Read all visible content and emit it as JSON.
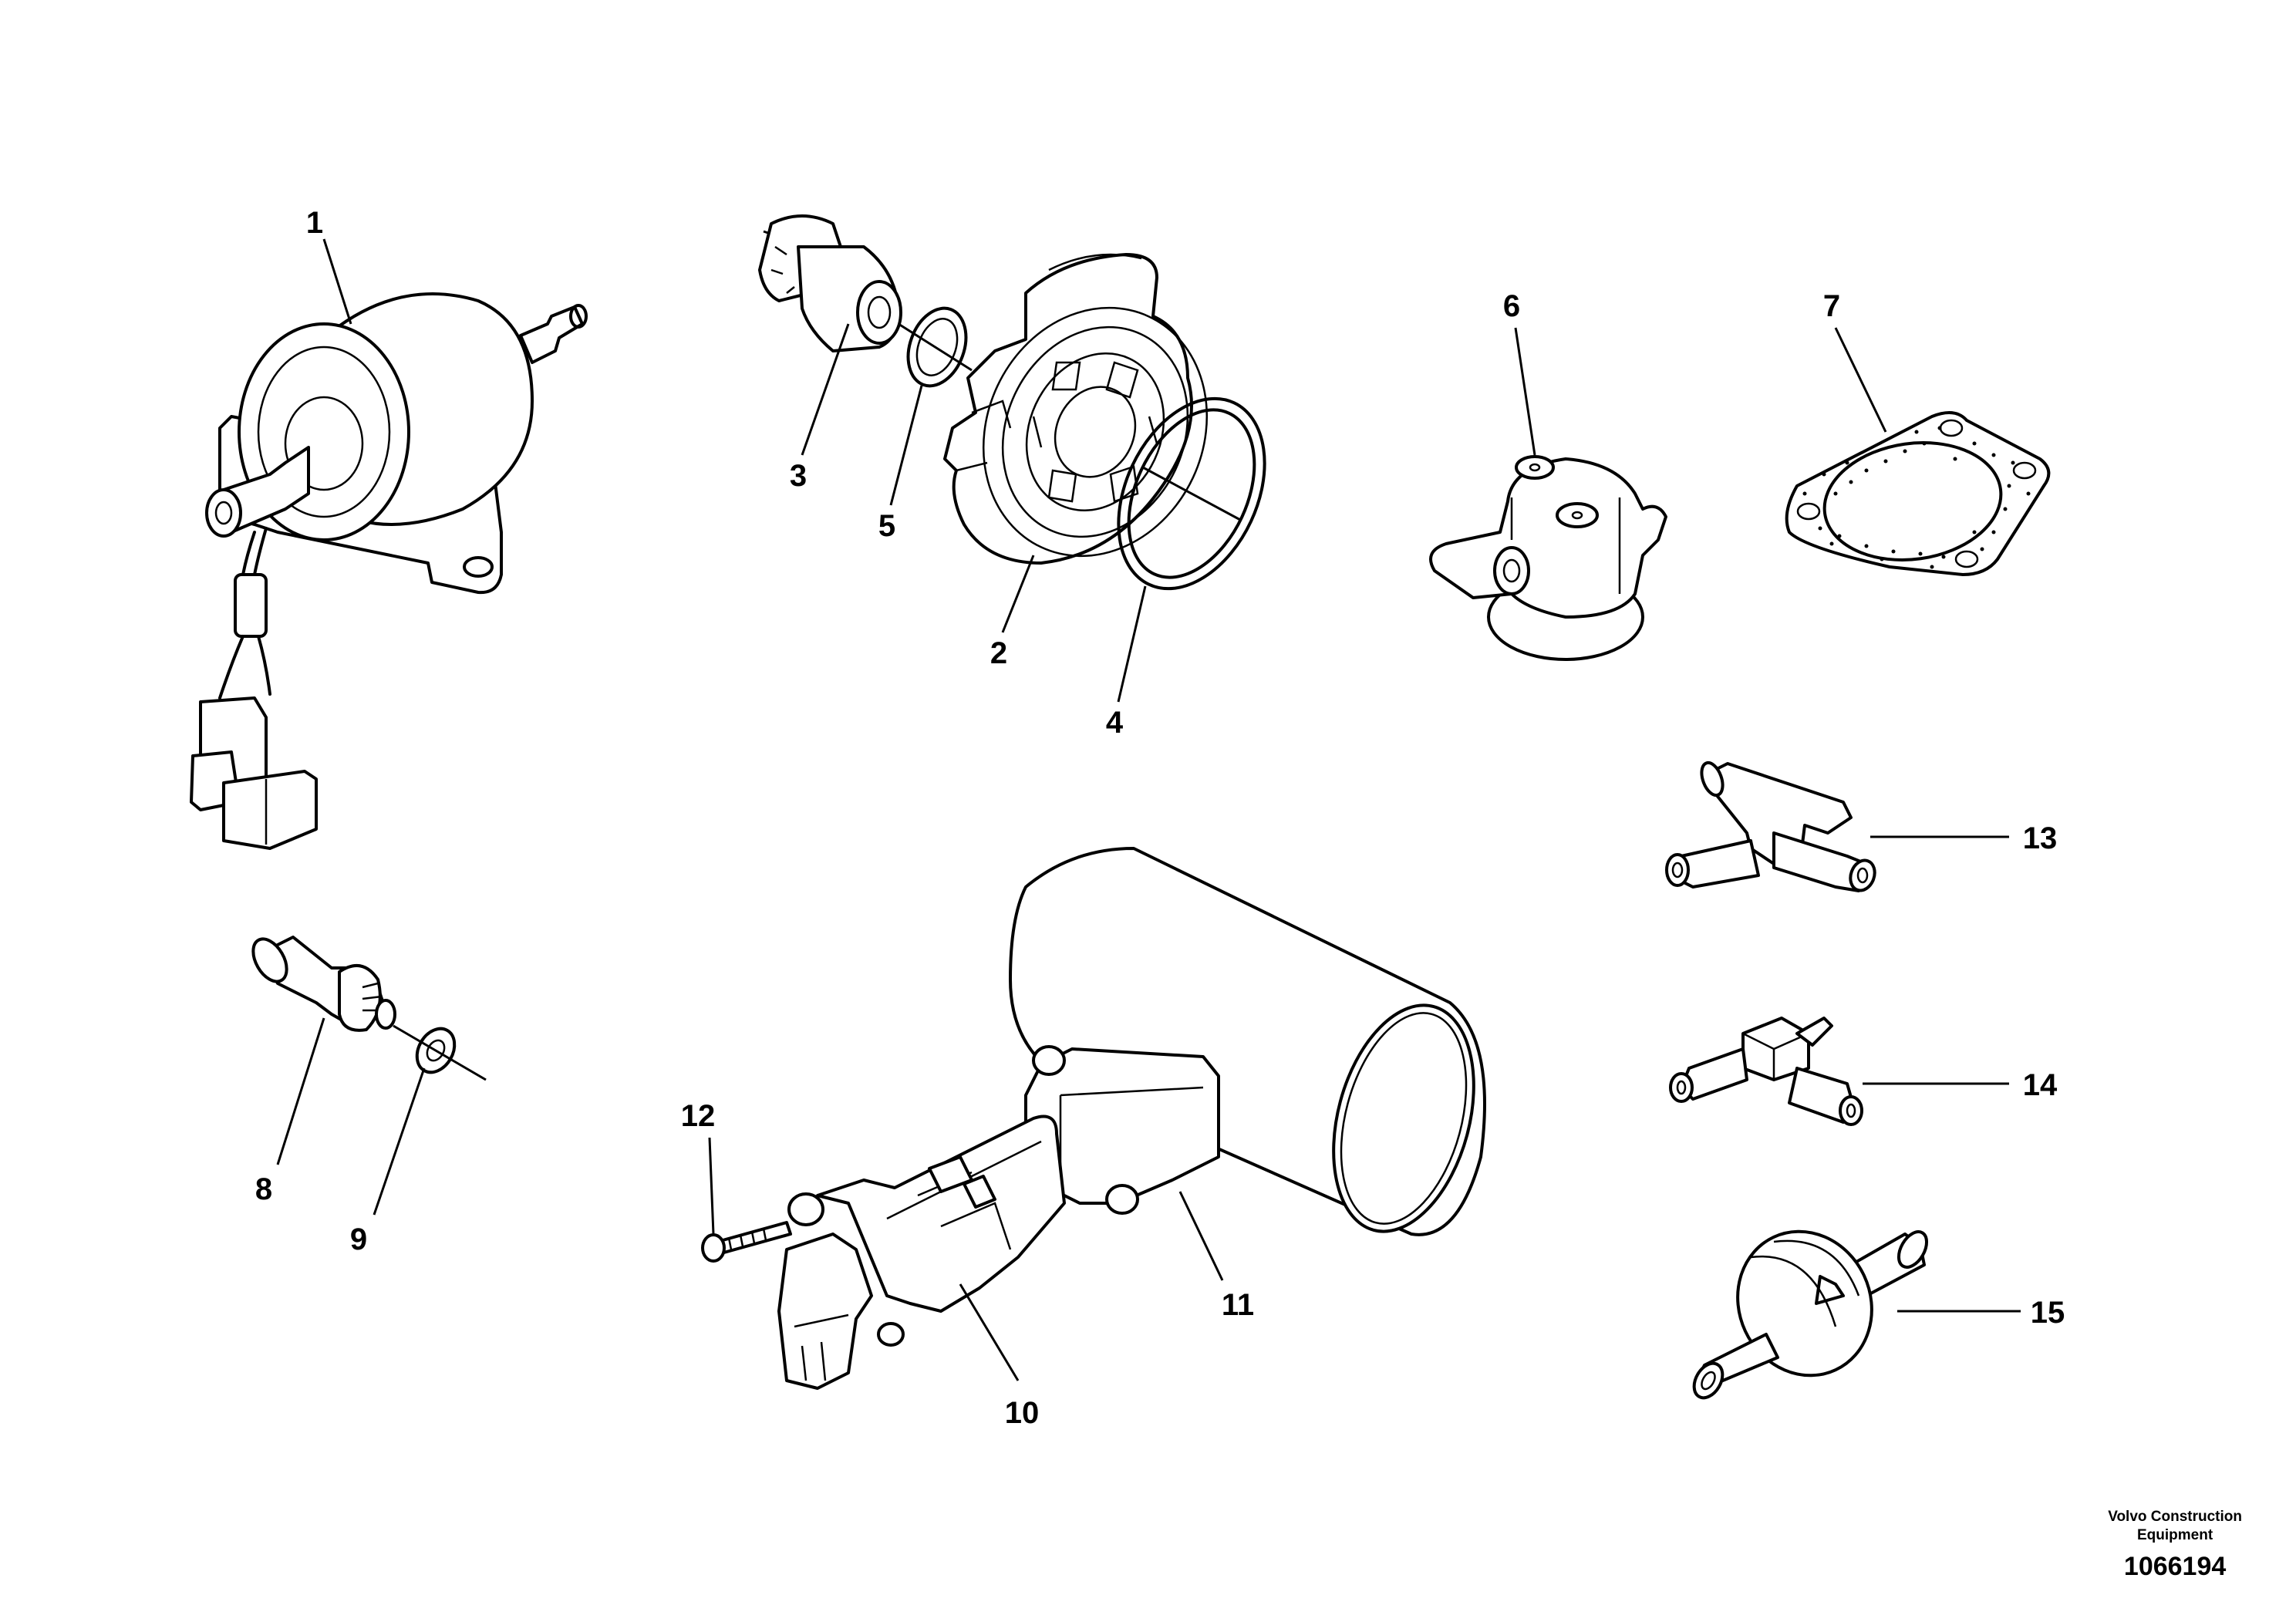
{
  "diagram": {
    "labels": [
      "1",
      "2",
      "3",
      "4",
      "5",
      "6",
      "7",
      "8",
      "9",
      "10",
      "11",
      "12",
      "13",
      "14",
      "15"
    ]
  },
  "footer": {
    "brand_line1": "Volvo Construction",
    "brand_line2": "Equipment",
    "doc_number": "1066194"
  }
}
